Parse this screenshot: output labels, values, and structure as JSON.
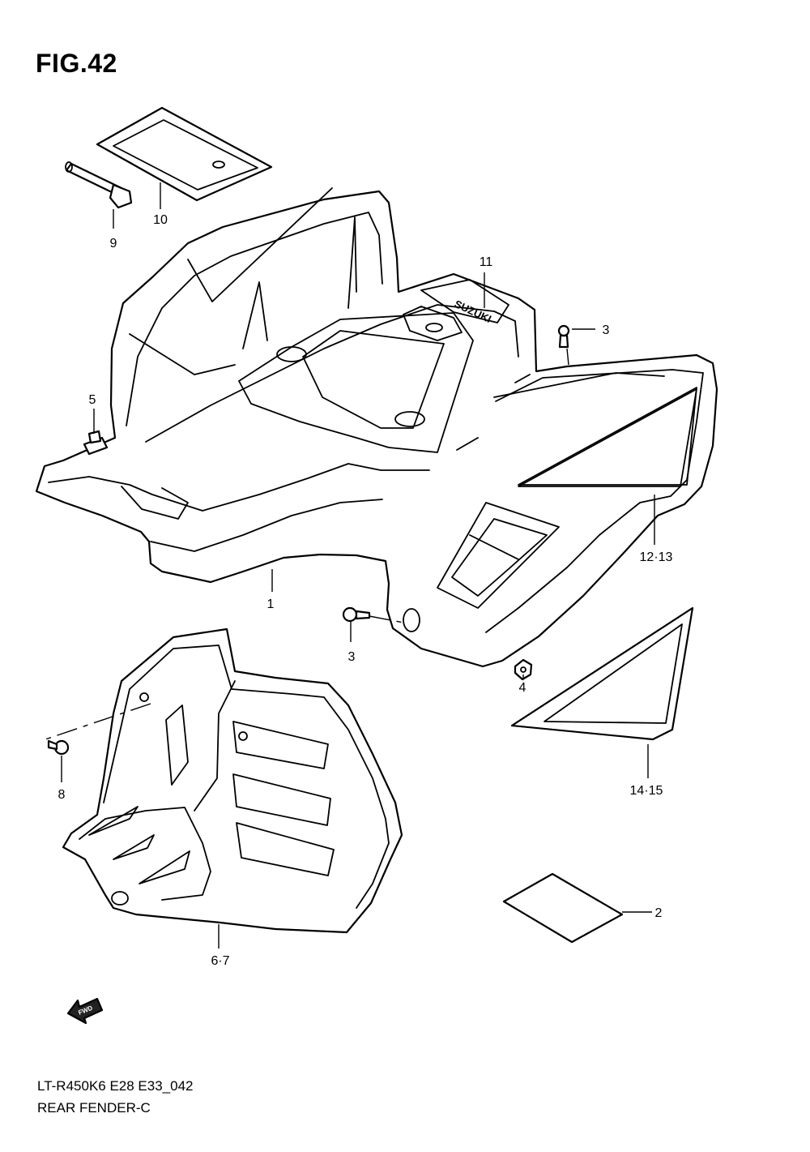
{
  "figure": {
    "title": "FIG.42",
    "code": "LT-R450K6 E28 E33_042",
    "name": "REAR FENDER-C"
  },
  "callouts": [
    "1",
    "2",
    "3",
    "3",
    "4",
    "5",
    "6·7",
    "8",
    "9",
    "10",
    "11",
    "12·13",
    "14·15"
  ],
  "logo_text": "SUZUKI",
  "fwd_label": "FWD"
}
